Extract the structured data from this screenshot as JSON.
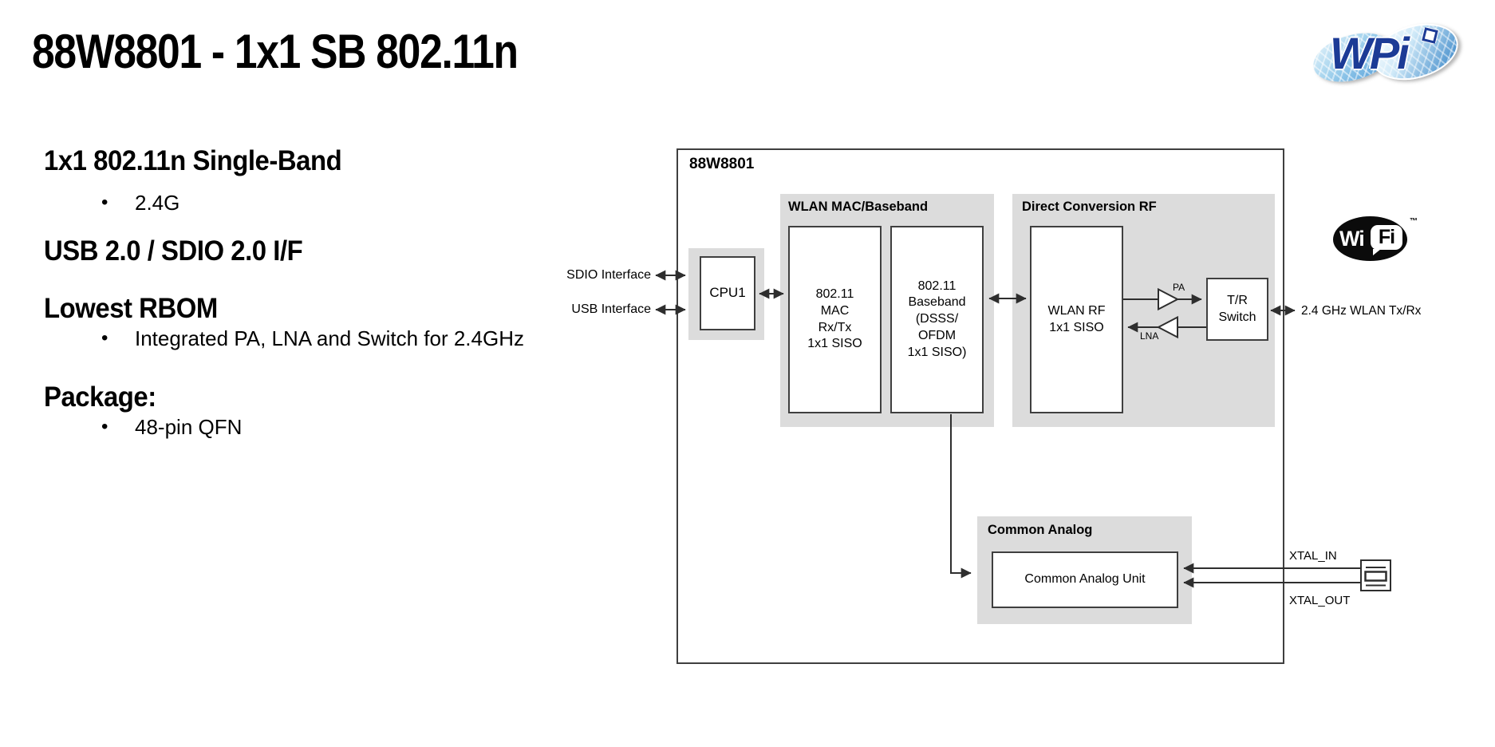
{
  "slide": {
    "title": "88W8801 - 1x1 SB 802.11n"
  },
  "features": [
    {
      "heading": "1x1 802.11n Single-Band",
      "bullets": [
        "2.4G"
      ]
    },
    {
      "heading": "USB 2.0 / SDIO 2.0 I/F",
      "bullets": []
    },
    {
      "heading": "Lowest RBOM",
      "bullets": [
        "Integrated PA, LNA and Switch for 2.4GHz"
      ]
    },
    {
      "heading": "Package:",
      "bullets": [
        "48-pin QFN"
      ]
    }
  ],
  "bullet_glyph": "•",
  "diagram": {
    "chip_label": "88W8801",
    "left_ports": {
      "sdio": "SDIO Interface",
      "usb": "USB Interface"
    },
    "cpu_block": "CPU1",
    "groups": {
      "wlan": {
        "label": "WLAN MAC/Baseband",
        "mac_block": "802.11\nMAC\nRx/Tx\n1x1 SISO",
        "baseband_block": "802.11\nBaseband\n(DSSS/\nOFDM\n1x1 SISO)"
      },
      "rf": {
        "label": "Direct Conversion RF",
        "wlan_rf_block": "WLAN RF\n1x1 SISO",
        "tr_switch_block": "T/R\nSwitch",
        "pa_label": "PA",
        "lna_label": "LNA"
      },
      "analog": {
        "label": "Common Analog",
        "cau_block": "Common Analog Unit"
      }
    },
    "right_ports": {
      "antenna": "2.4 GHz WLAN Tx/Rx",
      "xtal_in": "XTAL_IN",
      "xtal_out": "XTAL_OUT"
    }
  },
  "logos": {
    "wifi": {
      "wi": "Wi",
      "fi": "Fi",
      "tm": "™"
    },
    "wpi": {
      "text": "WPi"
    }
  },
  "colors": {
    "group_fill": "#dcdcdc",
    "block_border": "#3f3f3f",
    "wire": "#2e2e2e",
    "wpi_navy": "#1c3b96",
    "wifi_black": "#0b0b0b"
  }
}
